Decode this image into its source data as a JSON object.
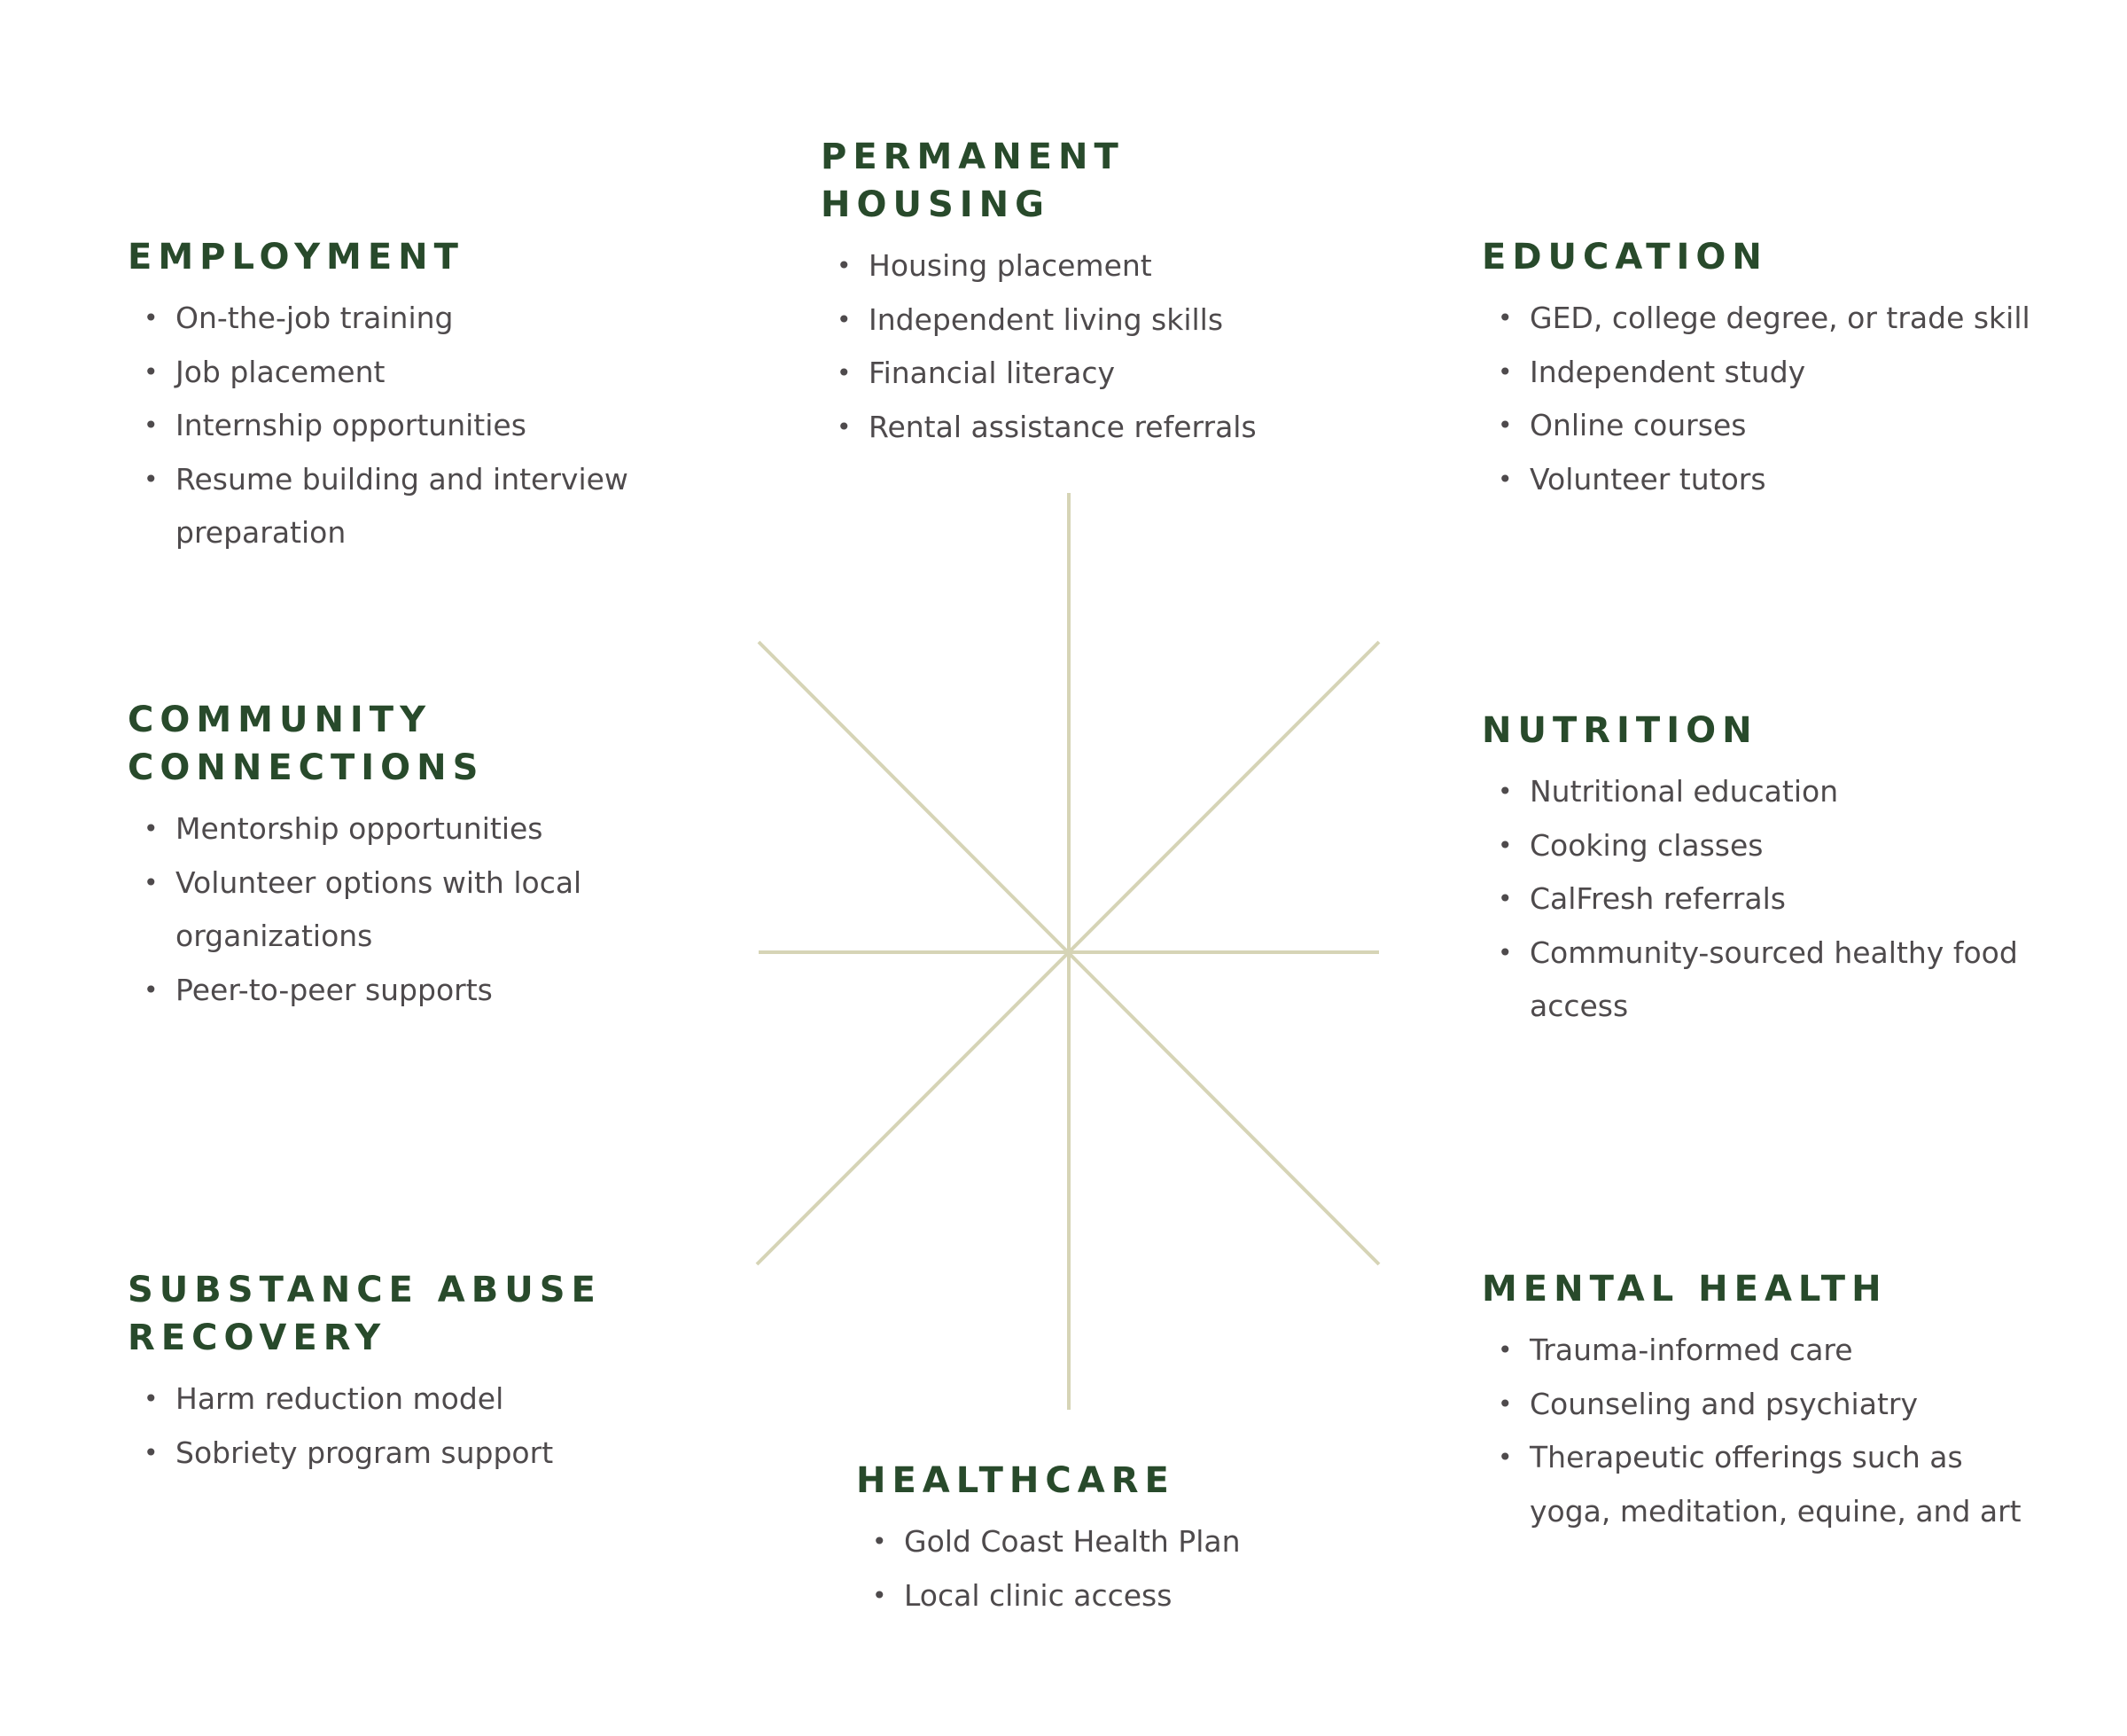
{
  "colors": {
    "heading": "#284a2b",
    "text": "#4e4a4c",
    "spokes": "#d6d4b6",
    "background": "#ffffff"
  },
  "sections": {
    "permanent_housing": {
      "title": "PERMANENT HOUSING",
      "items": [
        "Housing placement",
        "Independent living skills",
        "Financial literacy",
        "Rental assistance referrals"
      ]
    },
    "employment": {
      "title": "EMPLOYMENT",
      "items": [
        "On-the-job training",
        "Job placement",
        "Internship opportunities",
        "Resume building and interview preparation"
      ]
    },
    "education": {
      "title": "EDUCATION",
      "items": [
        "GED, college degree, or trade skill",
        "Independent study",
        "Online courses",
        "Volunteer tutors"
      ]
    },
    "community_connections": {
      "title": "COMMUNITY\nCONNECTIONS",
      "items": [
        "Mentorship opportunities",
        "Volunteer options with local organizations",
        "Peer-to-peer supports"
      ]
    },
    "nutrition": {
      "title": "NUTRITION",
      "items": [
        "Nutritional education",
        "Cooking classes",
        "CalFresh referrals",
        "Community-sourced healthy food access"
      ]
    },
    "substance_abuse_recovery": {
      "title": "SUBSTANCE ABUSE\nRECOVERY",
      "items": [
        "Harm reduction model",
        "Sobriety program support"
      ]
    },
    "mental_health": {
      "title": "MENTAL HEALTH",
      "items": [
        "Trauma-informed care",
        "Counseling and psychiatry",
        "Therapeutic offerings such as yoga, meditation, equine, and art"
      ]
    },
    "healthcare": {
      "title": "HEALTHCARE",
      "items": [
        "Gold Coast Health Plan",
        "Local clinic access"
      ]
    }
  }
}
